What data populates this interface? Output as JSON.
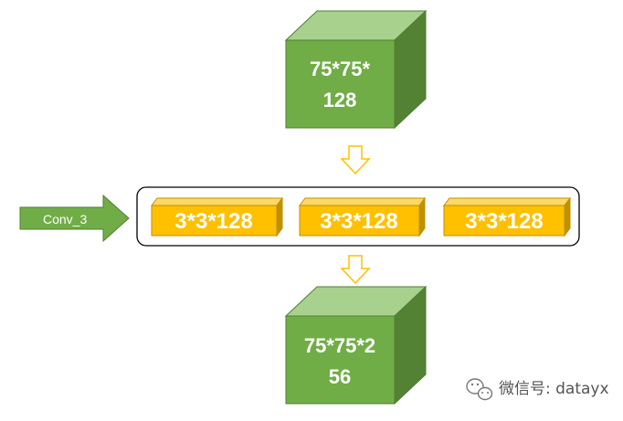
{
  "input_cube": {
    "line1": "75*75*",
    "line2": "128"
  },
  "layer_arrow": {
    "label": "Conv_3"
  },
  "kernels": [
    {
      "label": "3*3*128"
    },
    {
      "label": "3*3*128"
    },
    {
      "label": "3*3*128"
    }
  ],
  "output_cube": {
    "line1": "75*75*2",
    "line2": "56"
  },
  "watermark": {
    "text": "微信号: datayx",
    "icon": "wechat-logo-icon"
  },
  "colors": {
    "cube_front": "#70AD47",
    "cube_top": "#A9D18E",
    "cube_side": "#548235",
    "kernel_front": "#FFC000",
    "kernel_top": "#FFD966",
    "kernel_side": "#BF9000",
    "hollow_arrow": "#FFC000",
    "conv_arrow": "#70AD47"
  }
}
